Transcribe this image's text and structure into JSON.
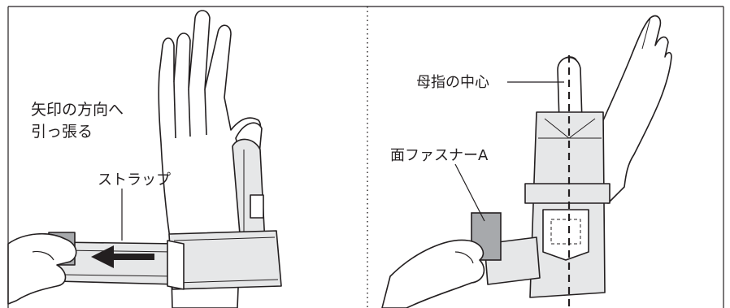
{
  "left_panel": {
    "instruction_line1": "矢印の方向へ",
    "instruction_line2": "引っ張る",
    "strap_label": "ストラップ"
  },
  "right_panel": {
    "thumb_center_label": "母指の中心",
    "fastener_label": "面ファスナーA"
  },
  "colors": {
    "line": "#231f20",
    "band_fill": "#e6e7e8",
    "tab_fill": "#a7a9ac",
    "background": "#ffffff"
  }
}
